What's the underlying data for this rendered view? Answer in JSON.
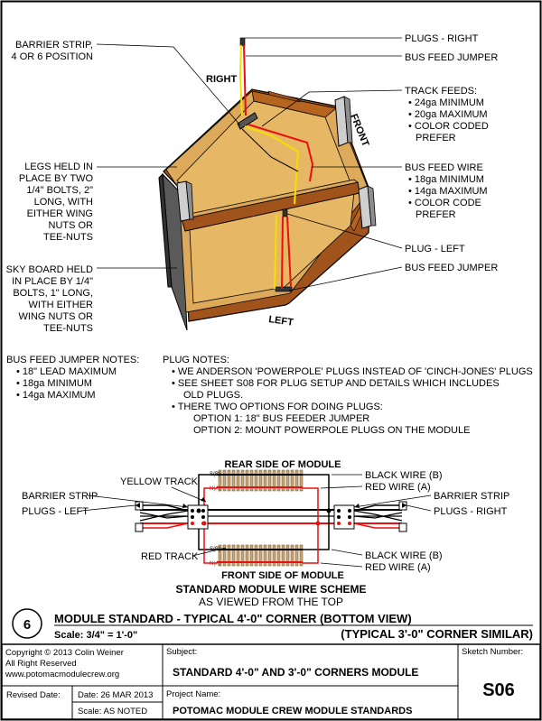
{
  "top_labels": {
    "barrier_strip": [
      "BARRIER STRIP,",
      "4 OR 6 POSITION"
    ],
    "legs": [
      "LEGS HELD IN",
      "PLACE BY TWO",
      "1/4\" BOLTS, 2\"",
      "LONG, WITH",
      "EITHER WING",
      "NUTS OR",
      "TEE-NUTS"
    ],
    "sky_board": [
      "SKY BOARD HELD",
      "IN PLACE BY 1/4\"",
      "BOLTS, 1\" LONG,",
      "WITH EITHER",
      "WING NUTS OR",
      "TEE-NUTS"
    ],
    "plugs_right": "PLUGS - RIGHT",
    "bus_feed_jumper_top": "BUS FEED JUMPER",
    "track_feeds": [
      "TRACK FEEDS:",
      "• 24ga MINIMUM",
      "• 20ga MAXIMUM",
      "• COLOR CODED",
      "PREFER"
    ],
    "bus_feed_wire": [
      "BUS FEED WIRE",
      "• 18ga MINIMUM",
      "• 14ga MAXIMUM",
      "• COLOR CODE",
      "PREFER"
    ],
    "plug_left": "PLUG - LEFT",
    "bus_feed_jumper_bottom": "BUS FEED JUMPER",
    "right": "RIGHT",
    "front": "FRONT",
    "left": "LEFT"
  },
  "notes": {
    "bus_feed_jumper": [
      "BUS FEED JUMPER NOTES:",
      "• 18\" LEAD MAXIMUM",
      "• 18ga MINIMUM",
      "• 14ga MAXIMUM"
    ],
    "plug": [
      "PLUG NOTES:",
      "• WE ANDERSON 'POWERPOLE' PLUGS INSTEAD OF 'CINCH-JONES' PLUGS",
      "• SEE SHEET S08 FOR PLUG SETUP AND DETAILS WHICH INCLUDES",
      "OLD PLUGS.",
      "• THERE TWO OPTIONS FOR DOING PLUGS:",
      "OPTION 1: 18\" BUS FEEDER JUMPER",
      "OPTION 2: MOUNT POWERPOLE PLUGS ON THE MODULE"
    ]
  },
  "wire_scheme": {
    "rear_side": "REAR SIDE OF MODULE",
    "front_side": "FRONT SIDE OF MODULE",
    "yellow_track": "YELLOW TRACK",
    "red_track": "RED TRACK",
    "barrier_strip_left": "BARRIER STRIP",
    "barrier_strip_right": "BARRIER STRIP",
    "plugs_left": "PLUGS - LEFT",
    "plugs_right": "PLUGS - RIGHT",
    "black_wire_b_top": "BLACK WIRE (B)",
    "red_wire_a_top": "RED WIRE (A)",
    "black_wire_b_bottom": "BLACK WIRE (B)",
    "red_wire_a_bottom": "RED WIRE (A)",
    "sb": "S(B)",
    "na": "N(A)",
    "title": "STANDARD MODULE  WIRE SCHEME",
    "subtitle": "AS VIEWED FROM THE TOP"
  },
  "drawing": {
    "number": "6",
    "title": "MODULE STANDARD - TYPICAL 4'-0\" CORNER (BOTTOM VIEW)",
    "scale": "Scale: 3/4\" = 1'-0\"",
    "similar": "(TYPICAL 3'-0\" CORNER SIMILAR)"
  },
  "title_block": {
    "copyright": "Copyright © 2013 Colin Weiner",
    "rights": "All Right Reserved",
    "website": "www.potomacmodulecrew.org",
    "subject_label": "Subject:",
    "subject": "STANDARD 4'-0\" AND 3'-0\" CORNERS MODULE",
    "sketch_label": "Sketch Number:",
    "sketch_number": "S06",
    "revised_label": "Revised Date:",
    "date": "Date:  26 MAR 2013",
    "scale": "Scale: AS NOTED",
    "project_label": "Project Name:",
    "project": "POTOMAC MODULE CREW MODULE STANDARDS"
  },
  "colors": {
    "wood_frame": "#a0541c",
    "wood_top": "#dcaa5a",
    "plywood": "#e6b764",
    "sky_board": "#5a5a5a",
    "leg": "#cfcfcf",
    "wire_red": "#e81010",
    "wire_yellow": "#f3e000",
    "wire_black": "#000000"
  }
}
